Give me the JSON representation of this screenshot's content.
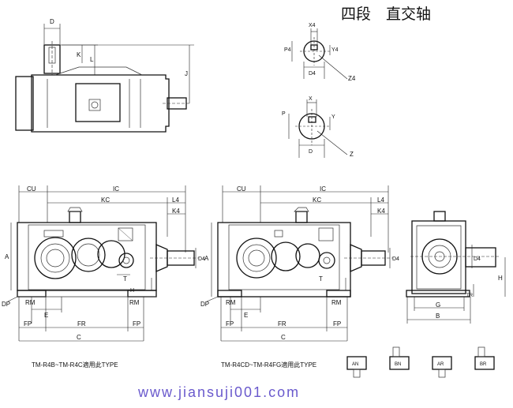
{
  "header": {
    "title": "四段　直交轴"
  },
  "top_view": {
    "labels": {
      "d": "D",
      "k": "K",
      "l": "L",
      "j": "J"
    }
  },
  "shaft_detail_small": {
    "labels": {
      "x4": "X4",
      "p4": "P4",
      "y4": "Y4",
      "d4": "D4",
      "z4": "Z4"
    }
  },
  "shaft_detail_large": {
    "labels": {
      "x": "X",
      "p": "P",
      "y": "Y",
      "d": "D",
      "z": "Z"
    }
  },
  "left_view": {
    "labels": {
      "cu": "CU",
      "ic": "IC",
      "kc": "KC",
      "l4": "L4",
      "k4": "K4",
      "a": "A",
      "d4": "D4",
      "t": "T",
      "h": "H",
      "dp": "DP",
      "rm1": "RM",
      "rm2": "RM",
      "e": "E",
      "fp1": "FP",
      "fr": "FR",
      "fp2": "FP",
      "c": "C"
    },
    "caption": "TM-R4B~TM-R4C適用此TYPE"
  },
  "middle_view": {
    "labels": {
      "cu": "CU",
      "ic": "IC",
      "kc": "KC",
      "l4": "L4",
      "k4": "K4",
      "a": "A",
      "d4": "D4",
      "t": "T",
      "dp": "DP",
      "rm1": "RM",
      "rm2": "RM",
      "e": "E",
      "fp1": "FP",
      "fr": "FR",
      "fp2": "FP",
      "c": "C"
    },
    "caption": "TM-R4CD~TM-R4FG適用此TYPE"
  },
  "side_view": {
    "labels": {
      "d4": "D4",
      "h": "H",
      "tr": "TR",
      "g": "G",
      "b": "B"
    }
  },
  "arrangements": [
    {
      "label": "AN"
    },
    {
      "label": "BN"
    },
    {
      "label": "AR"
    },
    {
      "label": "BR"
    }
  ],
  "footer": {
    "url": "www.jiansuji001.com"
  },
  "colors": {
    "line": "#111111",
    "watermark": "#6a5acd",
    "background": "#ffffff"
  }
}
